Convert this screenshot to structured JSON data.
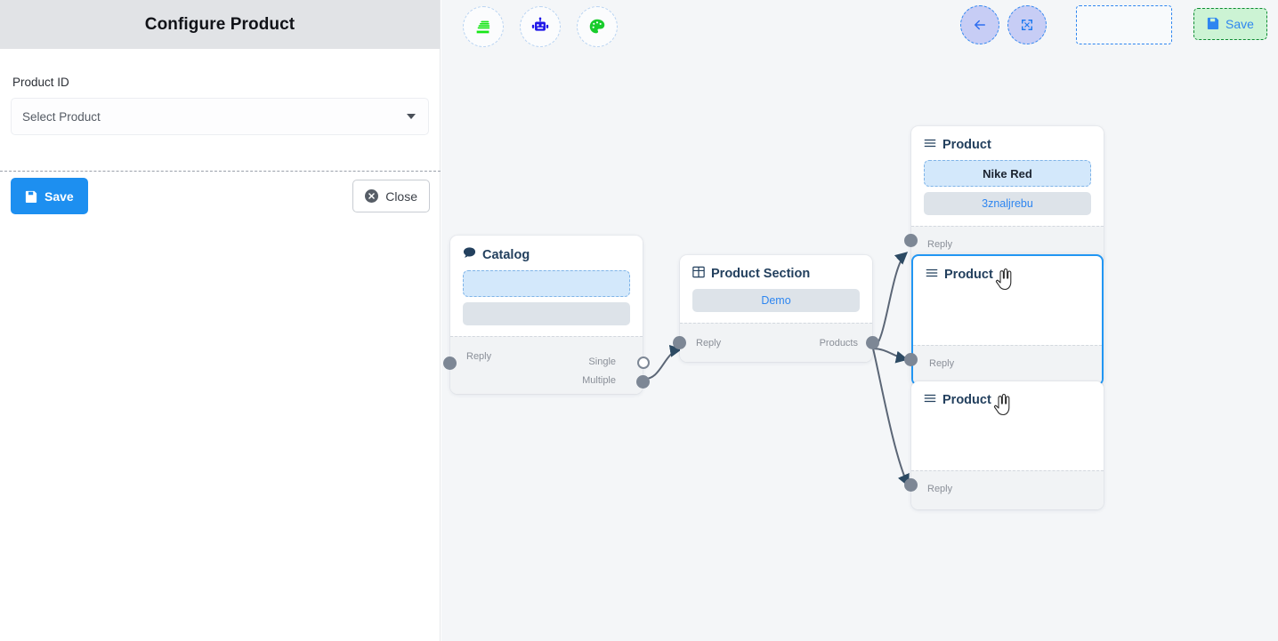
{
  "panel": {
    "title": "Configure Product",
    "field_label": "Product ID",
    "select_placeholder": "Select Product",
    "save_label": "Save",
    "close_label": "Close",
    "save_icon": "floppy-disk-icon",
    "close_icon": "close-circle-icon",
    "caret_icon": "chevron-down-icon",
    "accent_color": "#1d8ff0",
    "header_bg": "#e1e3e6"
  },
  "toolbar_left": {
    "buttons": [
      {
        "name": "stack-icon",
        "title": "Stack"
      },
      {
        "name": "robot-icon",
        "title": "Bot"
      },
      {
        "name": "palette-icon",
        "title": "Theme"
      }
    ]
  },
  "toolbar_right": {
    "back_icon": "arrow-left-icon",
    "fit_icon": "compress-icon",
    "empty_slot": "",
    "save_label": "Save",
    "save_icon": "floppy-disk-icon",
    "save_bg": "#ccf3d4",
    "save_border": "#0d8b32",
    "save_text_color": "#2e86f0"
  },
  "canvas": {
    "background": "#f4f6f8",
    "edge_color": "#5b6676",
    "nodes": [
      {
        "id": "catalog",
        "title": "Catalog",
        "icon": "chat-bubble-icon",
        "chips": [
          {
            "text": "",
            "style": "dashed"
          },
          {
            "text": "",
            "style": "plain"
          }
        ],
        "ports_left": [
          {
            "label": "Reply"
          }
        ],
        "ports_right": [
          {
            "label": "Single",
            "style": "hollow"
          },
          {
            "label": "Multiple",
            "style": "filled"
          }
        ],
        "selected": false
      },
      {
        "id": "product-section",
        "title": "Product Section",
        "icon": "grid-icon",
        "chips": [
          {
            "text": "Demo",
            "style": "demo"
          }
        ],
        "ports_left": [
          {
            "label": "Reply"
          }
        ],
        "ports_right": [
          {
            "label": "Products",
            "style": "filled"
          }
        ],
        "selected": false
      },
      {
        "id": "product-1",
        "title": "Product",
        "icon": "list-icon",
        "chips": [
          {
            "text": "Nike Red",
            "style": "dashed"
          },
          {
            "text": "3znaljrebu",
            "style": "plain"
          }
        ],
        "ports_left": [
          {
            "label": "Reply"
          }
        ],
        "ports_right": [],
        "selected": false
      },
      {
        "id": "product-2",
        "title": "Product",
        "icon": "list-icon",
        "chips": [],
        "ports_left": [
          {
            "label": "Reply"
          }
        ],
        "ports_right": [],
        "selected": true,
        "cursor": "pointing-hand-cursor"
      },
      {
        "id": "product-3",
        "title": "Product",
        "icon": "list-icon",
        "chips": [],
        "ports_left": [
          {
            "label": "Reply"
          }
        ],
        "ports_right": [],
        "selected": false,
        "cursor": "pointing-hand-cursor"
      }
    ]
  }
}
